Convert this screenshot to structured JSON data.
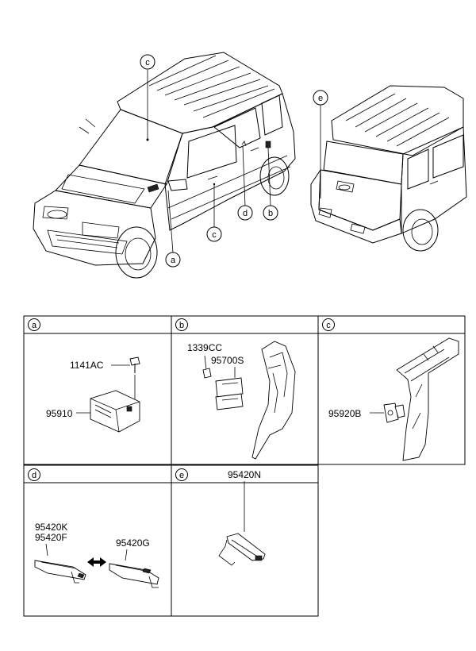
{
  "callouts": {
    "front_c": "c",
    "front_a": "a",
    "front_c2": "c",
    "front_d": "d",
    "front_b": "b",
    "rear_e": "e"
  },
  "panels": {
    "a": {
      "letter": "a",
      "parts": [
        "1141AC",
        "95910"
      ]
    },
    "b": {
      "letter": "b",
      "parts": [
        "1339CC",
        "95700S"
      ]
    },
    "c": {
      "letter": "c",
      "parts": [
        "95920B"
      ]
    },
    "d": {
      "letter": "d",
      "parts": [
        "95420K",
        "95420F",
        "95420G"
      ]
    },
    "e": {
      "letter": "e",
      "header": "95420N"
    }
  }
}
